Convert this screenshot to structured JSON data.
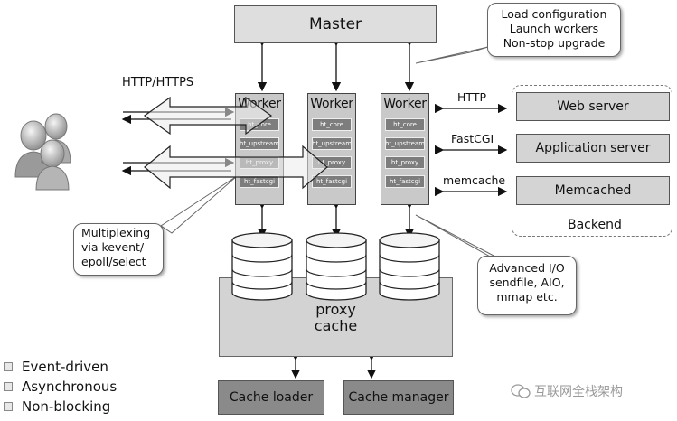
{
  "master": {
    "label": "Master"
  },
  "master_note": {
    "lines": [
      "Load configuration",
      "Launch workers",
      "Non-stop upgrade"
    ]
  },
  "workers": [
    {
      "title": "Worker",
      "modules": [
        "ht_core",
        "ht_upstream",
        "ht_proxy",
        "ht_fastcgi"
      ]
    },
    {
      "title": "Worker",
      "modules": [
        "ht_core",
        "ht_upstream",
        "ht_proxy",
        "ht_fastcgi"
      ]
    },
    {
      "title": "Worker",
      "modules": [
        "ht_core",
        "ht_upstream",
        "ht_proxy",
        "ht_fastcgi"
      ]
    }
  ],
  "client": {
    "protocol_label": "HTTP/HTTPS"
  },
  "protocols": [
    "HTTP",
    "FastCGI",
    "memcache"
  ],
  "backend": {
    "items": [
      "Web server",
      "Application server",
      "Memcached"
    ],
    "label": "Backend"
  },
  "multiplexing_note": {
    "lines": [
      "Multiplexing",
      "via kevent/",
      "epoll/select"
    ]
  },
  "io_note": {
    "lines": [
      "Advanced I/O",
      "sendfile, AIO,",
      "mmap etc."
    ]
  },
  "proxy_cache": {
    "lines": [
      "proxy",
      "cache"
    ]
  },
  "cache_loader": {
    "label": "Cache loader"
  },
  "cache_manager": {
    "label": "Cache manager"
  },
  "features": [
    "Event-driven",
    "Asynchronous",
    "Non-blocking"
  ],
  "watermark": {
    "text": "互联网全栈架构"
  }
}
